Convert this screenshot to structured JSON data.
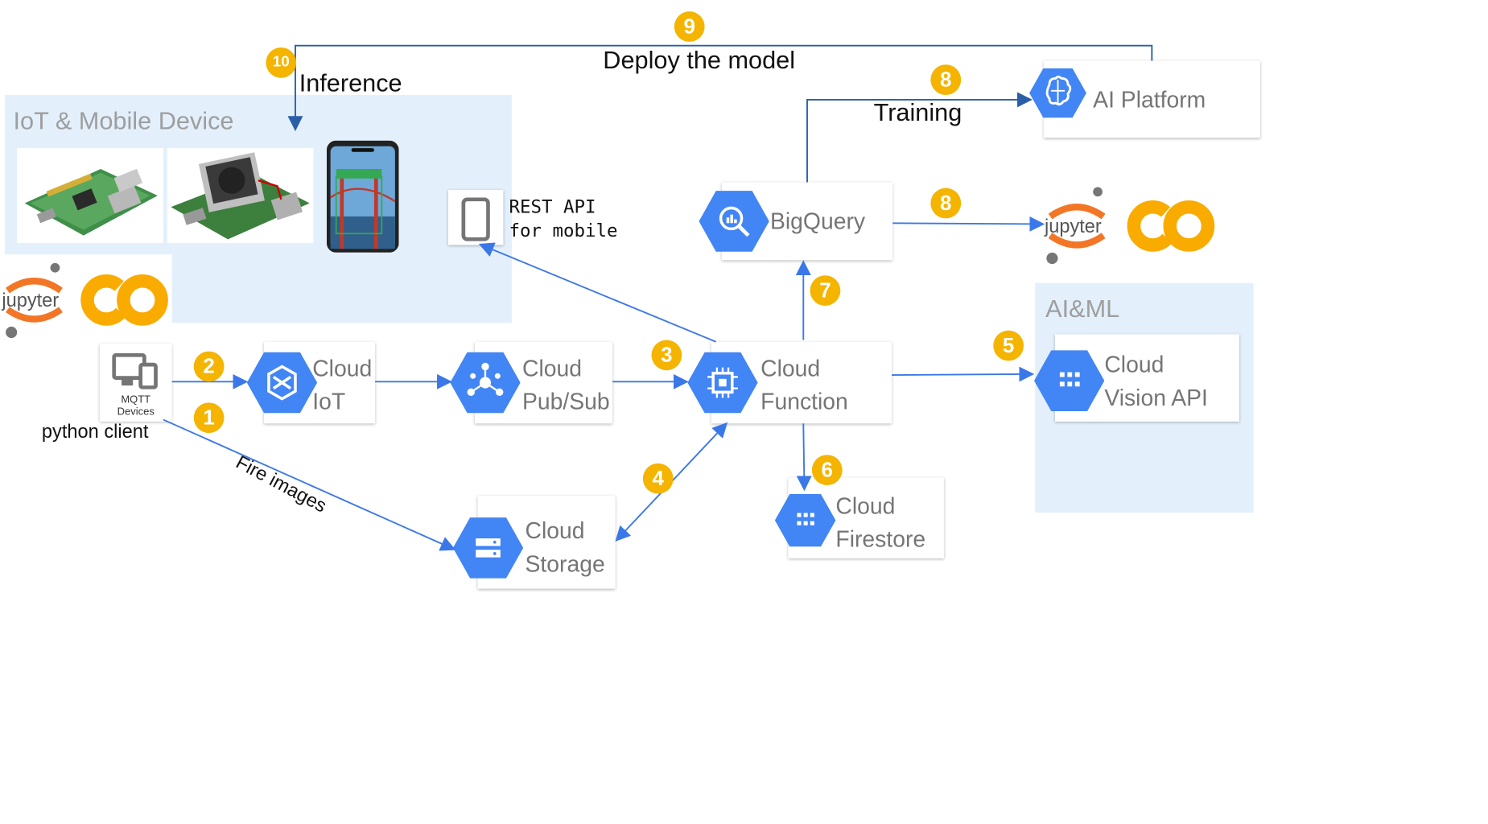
{
  "regions": {
    "iot": {
      "label": "IoT & Mobile Device"
    },
    "aiml": {
      "label": "AI&ML"
    }
  },
  "services": {
    "mqtt": {
      "label": "MQTT\nDevices",
      "icon": "devices-icon"
    },
    "cloud_iot": {
      "label": "Cloud\nIoT",
      "icon": "iot-core-icon"
    },
    "pubsub": {
      "label": "Cloud\nPub/Sub",
      "icon": "pubsub-icon"
    },
    "function": {
      "label": "Cloud\nFunction",
      "icon": "functions-chip-icon"
    },
    "vision": {
      "label": "Cloud\nVision API",
      "icon": "vision-grid-icon"
    },
    "bigquery": {
      "label": "BigQuery",
      "icon": "bigquery-magnifier-icon"
    },
    "ai_platform": {
      "label": "AI Platform",
      "icon": "brain-icon"
    },
    "firestore": {
      "label": "Cloud\nFirestore",
      "icon": "firestore-grid-icon"
    },
    "storage": {
      "label": "Cloud\nStorage",
      "icon": "storage-icon"
    },
    "mobile": {
      "icon": "phone-icon"
    }
  },
  "labels": {
    "rest_api": "REST API\nfor mobile",
    "python_client": "python client",
    "fire_images": "Fire images",
    "training": "Training",
    "deploy": "Deploy the model",
    "inference": "Inference",
    "jupyter_word": "jupyter"
  },
  "badges": [
    "1",
    "2",
    "3",
    "4",
    "5",
    "6",
    "7",
    "8",
    "8",
    "9",
    "10"
  ],
  "colors": {
    "gcp_blue": "#4285f4",
    "arrow_blue": "#3b78e7",
    "badge_yellow": "#f4b400",
    "region_fill": "#e3f0fc",
    "jupyter_orange": "#f37626",
    "colab_yellow": "#f9ab00"
  }
}
